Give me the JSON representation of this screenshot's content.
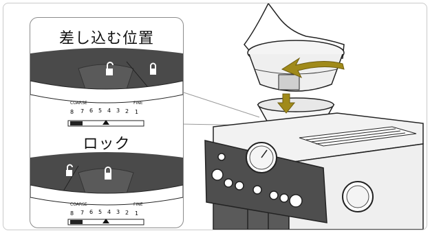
{
  "labels": {
    "insert_position": "差し込む位置",
    "lock": "ロック"
  },
  "dial": {
    "coarse": "COARSE",
    "fine": "FINE",
    "scale": [
      "8",
      "7",
      "6",
      "5",
      "4",
      "3",
      "2",
      "1"
    ]
  },
  "colors": {
    "arrow": "#a08a1a",
    "panel_fill": "#4a4a4a",
    "line": "#222222"
  },
  "icons": [
    "unlock-icon",
    "lock-icon",
    "triangle-marker-icon",
    "rotate-arrow-icon",
    "down-arrow-icon"
  ]
}
